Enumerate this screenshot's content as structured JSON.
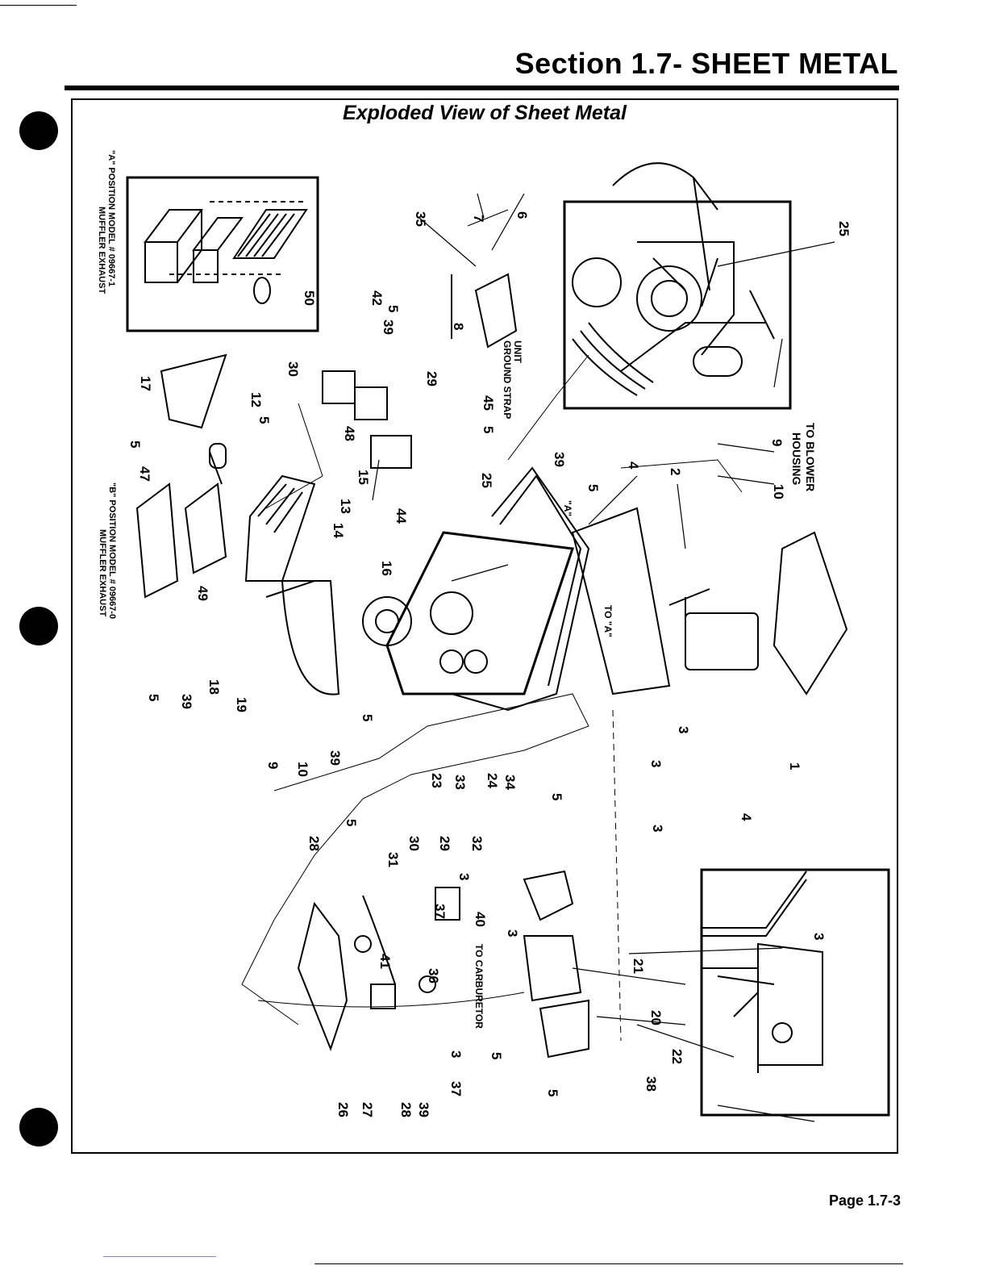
{
  "header": {
    "section_title": "Section 1.7- SHEET METAL"
  },
  "figure": {
    "title": "Exploded View of Sheet Metal",
    "callouts": [
      "1",
      "2",
      "3",
      "3",
      "3",
      "3",
      "3",
      "3",
      "3",
      "4",
      "4",
      "5",
      "5",
      "5",
      "5",
      "5",
      "5",
      "5",
      "5",
      "5",
      "5",
      "5",
      "6",
      "7",
      "8",
      "9",
      "9",
      "10",
      "10",
      "12",
      "13",
      "14",
      "15",
      "16",
      "17",
      "18",
      "19",
      "20",
      "21",
      "22",
      "23",
      "24",
      "25",
      "25",
      "26",
      "27",
      "28",
      "28",
      "29",
      "29",
      "30",
      "30",
      "31",
      "32",
      "33",
      "34",
      "35",
      "36",
      "37",
      "37",
      "38",
      "39",
      "39",
      "39",
      "39",
      "39",
      "40",
      "41",
      "42",
      "44",
      "45",
      "47",
      "48",
      "49",
      "50"
    ],
    "annotations": {
      "a_position_line1": "\"A\" POSITION MODEL # 09667-1",
      "a_position_line2": "MUFFLER EXHAUST",
      "b_position_line1": "\"B\" POSITION MODEL # 09667-0",
      "b_position_line2": "MUFFLER EXHAUST",
      "unit_ground_strap_line1": "UNIT",
      "unit_ground_strap_line2": "GROUND STRAP",
      "to_blower_housing_line1": "TO BLOWER",
      "to_blower_housing_line2": "HOUSING",
      "to_carburetor": "TO CARBURETOR",
      "to_a": "TO \"A\"",
      "a_marker": "\"A\""
    }
  },
  "footer": {
    "page_number": "Page 1.7-3"
  }
}
